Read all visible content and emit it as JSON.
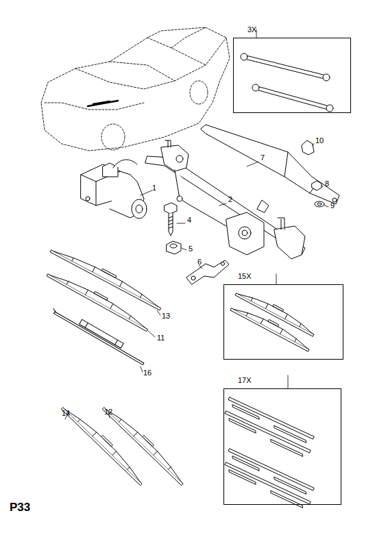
{
  "diagram": {
    "nodes": [
      {
        "text": [
          "3X"
        ]
      },
      {
        "text": [
          "15X"
        ]
      },
      {
        "text": [
          "17X"
        ]
      }
    ],
    "labels": [
      "1",
      "2",
      "4",
      "5",
      "6",
      "7",
      "8",
      "9",
      "10",
      "13",
      "11",
      "16",
      "14",
      "12",
      "P33"
    ]
  }
}
